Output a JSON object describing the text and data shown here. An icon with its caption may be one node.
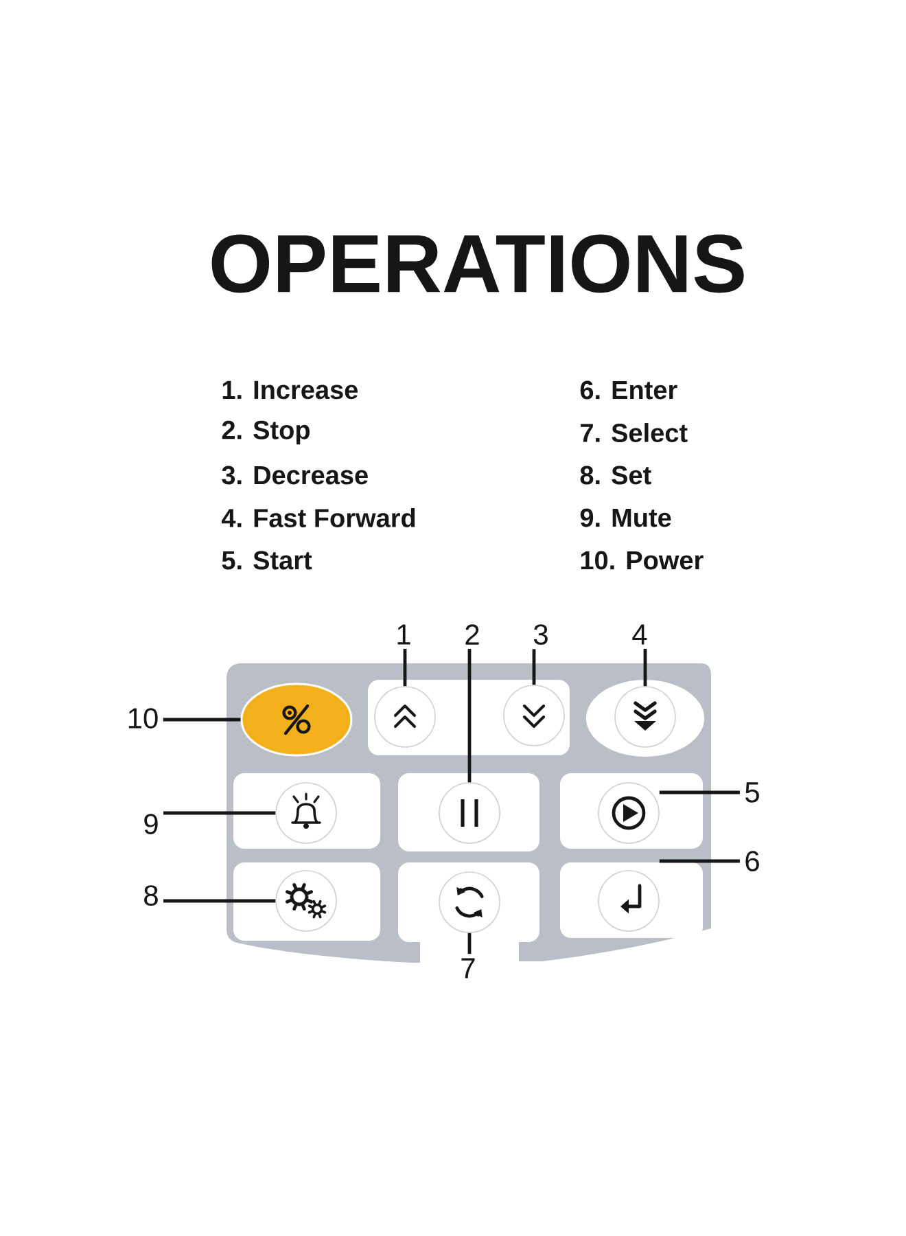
{
  "diagram": {
    "title": "OPERATIONS",
    "nodes": [
      {
        "text": [
          "1"
        ]
      },
      {
        "text": [
          "2"
        ]
      },
      {
        "text": [
          "3"
        ]
      },
      {
        "text": [
          "4"
        ]
      },
      {
        "text": [
          "5"
        ]
      },
      {
        "text": [
          "6"
        ]
      },
      {
        "text": [
          "7"
        ]
      },
      {
        "text": [
          "8"
        ]
      },
      {
        "text": [
          "9"
        ]
      },
      {
        "text": [
          "10"
        ]
      },
      {
        "text": [],
        "shape": "picture"
      },
      {
        "text": [],
        "shape": "picture"
      },
      {
        "text": [],
        "shape": "picture"
      },
      {
        "text": [],
        "shape": "picture"
      },
      {
        "text": [],
        "shape": "picture"
      },
      {
        "text": [],
        "shape": "picture"
      },
      {
        "text": [],
        "shape": "picture"
      },
      {
        "text": [],
        "shape": "picture"
      },
      {
        "text": [],
        "shape": "picture"
      },
      {
        "text": [],
        "shape": "picture"
      }
    ],
    "edges": [
      {
        "from": 0,
        "to": 10,
        "arrow": "none"
      },
      {
        "from": 1,
        "to": 11,
        "arrow": "none"
      },
      {
        "from": 2,
        "to": 12,
        "arrow": "none"
      },
      {
        "from": 3,
        "to": 13,
        "arrow": "none"
      },
      {
        "from": 4,
        "to": 14,
        "arrow": "none"
      },
      {
        "from": 5,
        "to": 15,
        "arrow": "none"
      },
      {
        "from": 6,
        "to": 16,
        "arrow": "none"
      },
      {
        "from": 7,
        "to": 17,
        "arrow": "none"
      },
      {
        "from": 8,
        "to": 18,
        "arrow": "none"
      },
      {
        "from": 9,
        "to": 19,
        "arrow": "none"
      }
    ],
    "labels": [
      "1. Increase",
      "2. Stop",
      "3. Decrease",
      "4. Fast Forward",
      "5. Start",
      "6. Enter",
      "7. Select",
      "8. Set",
      "9. Mute",
      "10. Power"
    ]
  }
}
